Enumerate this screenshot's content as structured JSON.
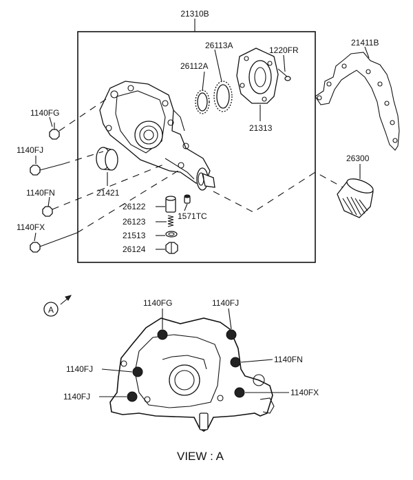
{
  "labels": {
    "assembly": "21310B",
    "sprocket_outer": "26113A",
    "sprocket_inner": "26112A",
    "screw": "1220FR",
    "gasket": "21411B",
    "cover_plate": "21313",
    "bolt_fg": "1140FG",
    "bolt_fj": "1140FJ",
    "bolt_fn": "1140FN",
    "bolt_fx": "1140FX",
    "seal": "21421",
    "filter": "26300",
    "relief_plunger": "26122",
    "plug_washer": "1571TC",
    "spring": "26123",
    "washer": "21513",
    "plug": "26124"
  },
  "view": {
    "marker": "A",
    "title": "VIEW : A",
    "callouts": {
      "fg": "1140FG",
      "fj_top_right": "1140FJ",
      "fn": "1140FN",
      "fj_left": "1140FJ",
      "fx": "1140FX",
      "fj_bottom": "1140FJ"
    }
  }
}
